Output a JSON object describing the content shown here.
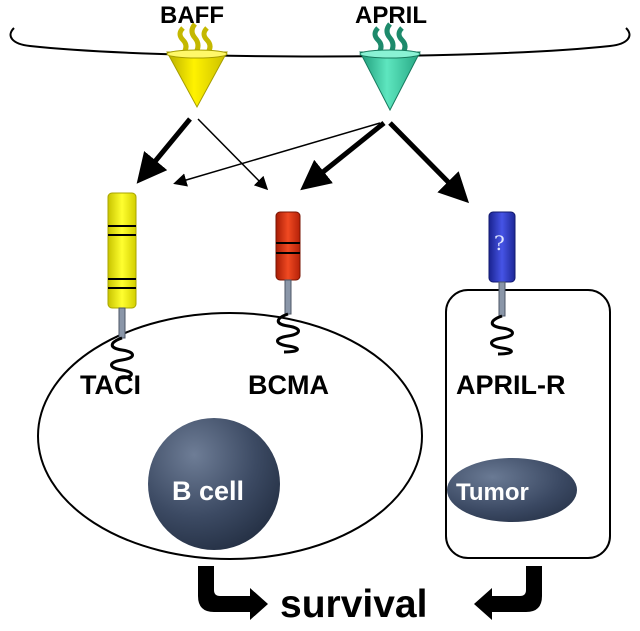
{
  "ligands": {
    "baff": {
      "label": "BAFF",
      "color": "#f2e600"
    },
    "april": {
      "label": "APRIL",
      "color": "#3fcfa5"
    }
  },
  "receptors": {
    "taci": {
      "label": "TACI",
      "color": "#f5f000"
    },
    "bcma": {
      "label": "BCMA",
      "color": "#e0300f"
    },
    "april_r": {
      "label": "APRIL-R",
      "color": "#2b35c8",
      "unknown_mark": "?"
    }
  },
  "cells": {
    "b_cell": {
      "label": "B cell"
    },
    "tumor": {
      "label": "Tumor"
    }
  },
  "outcome": {
    "label": "survival"
  }
}
